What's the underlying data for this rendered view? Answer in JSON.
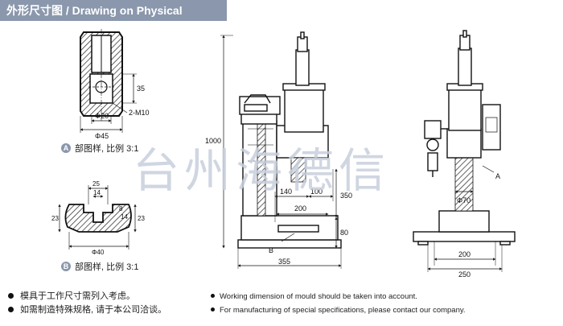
{
  "header": {
    "title": "外形尺寸图 / Drawing on Physical Dimensions："
  },
  "watermark": "台州海德信",
  "detail_a": {
    "badge": "A",
    "caption": "部图样, 比例 3:1",
    "dims": {
      "height": "35",
      "thread": "2-M10",
      "bore": "Φ20",
      "outer": "Φ45"
    }
  },
  "detail_b": {
    "badge": "B",
    "caption": "部图样, 比例 3:1",
    "dims": {
      "top_width": "25",
      "slot": "14",
      "left_h": "23",
      "right_h1": "8",
      "right_h2": "14",
      "right_h3": "23",
      "base": "Φ40"
    }
  },
  "side_view": {
    "dims": {
      "total_height": "1000",
      "d140": "140",
      "d100": "100",
      "d350": "350",
      "d200": "200",
      "d80": "80",
      "d355": "355",
      "label_b": "B"
    }
  },
  "front_view": {
    "dims": {
      "label_a": "A",
      "d70": "Φ70",
      "d200": "200",
      "d250": "250"
    }
  },
  "notes_cn": [
    "模具于工作尺寸需列入考虑。",
    "如需制造特殊规格, 请于本公司洽谈。"
  ],
  "notes_en": [
    "Working dimension of mould should be taken into account.",
    "For manufacturing of special specifications, please contact our company."
  ]
}
